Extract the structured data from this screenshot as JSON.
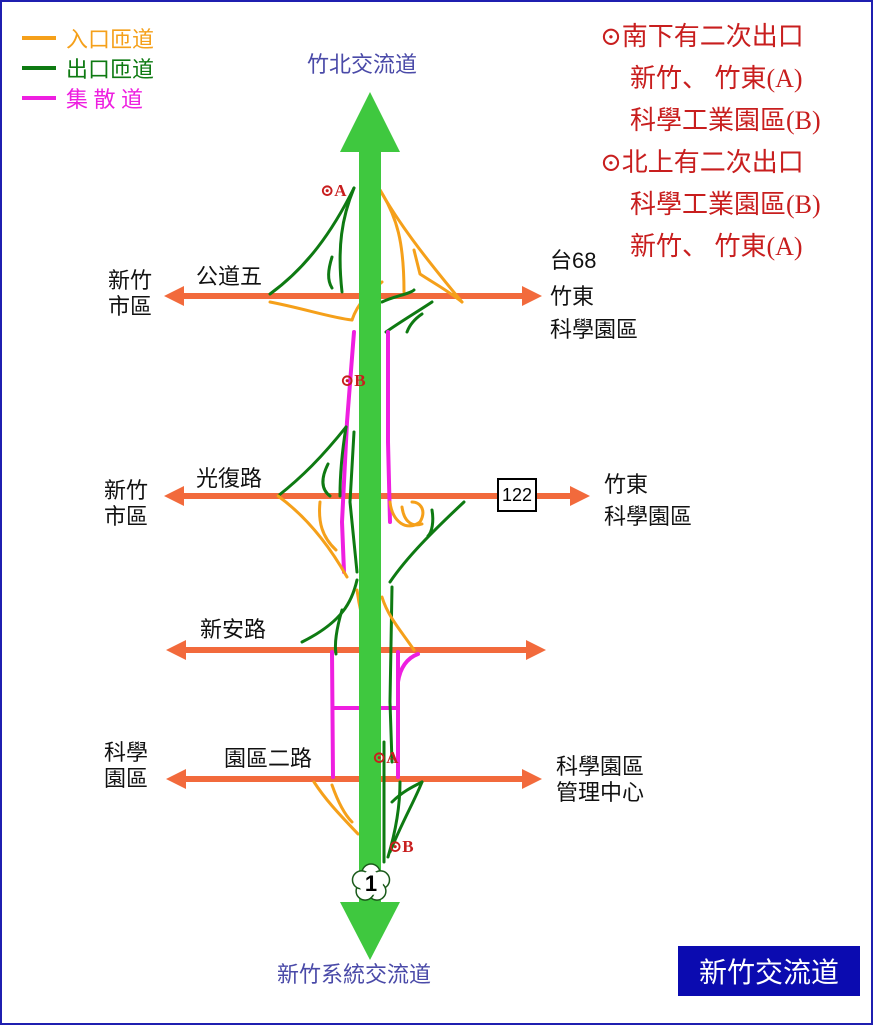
{
  "title": "新竹交流道",
  "legend": [
    {
      "label": "入口匝道",
      "color": "#f5a01a"
    },
    {
      "label": "出口匝道",
      "color": "#0e7a12"
    },
    {
      "label": "集 散 道",
      "color": "#ee1fe0"
    }
  ],
  "colors": {
    "freeway": "#3fc83f",
    "cross_road": "#f26a3c",
    "entrance_ramp": "#f5a01a",
    "exit_ramp": "#0e7a12",
    "collector": "#ee1fe0",
    "frame": "#1f1fb0",
    "badge": "#0b0bb0",
    "note_text": "#c81e1e"
  },
  "freeway": {
    "north_end": "竹北交流道",
    "south_end": "新竹系統交流道",
    "shield": "1",
    "shield_icon": "plum-blossom-shield-icon"
  },
  "notes": {
    "southbound_heading": "⊙南下有二次出口",
    "southbound_a": "新竹、 竹東(A)",
    "southbound_b": "科學工業園區(B)",
    "northbound_heading": "⊙北上有二次出口",
    "northbound_b": "科學工業園區(B)",
    "northbound_a": "新竹、 竹東(A)"
  },
  "markers": {
    "north_a": "⊙A",
    "north_b": "⊙B",
    "south_a": "⊙A",
    "south_b": "⊙B"
  },
  "cross_roads": [
    {
      "name": "公道五",
      "west_line1": "新竹",
      "west_line2": "市區",
      "east_line1": "台68",
      "east_line2": "竹東",
      "east_line3": "科學園區"
    },
    {
      "name": "光復路",
      "west_line1": "新竹",
      "west_line2": "市區",
      "route_number": "122",
      "east_line1": "竹東",
      "east_line2": "科學園區"
    },
    {
      "name": "新安路"
    },
    {
      "name": "園區二路",
      "west_line1": "科學",
      "west_line2": "園區",
      "east_line1": "科學園區",
      "east_line2": "管理中心"
    }
  ]
}
